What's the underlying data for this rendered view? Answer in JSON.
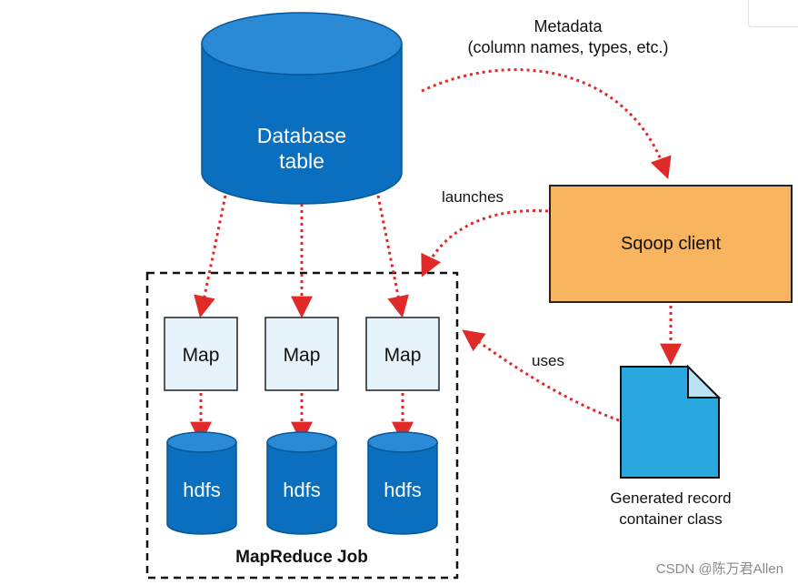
{
  "database": {
    "line1": "Database",
    "line2": "table"
  },
  "metadata": {
    "line1": "Metadata",
    "line2": "(column names, types, etc.)"
  },
  "launches_label": "launches",
  "uses_label": "uses",
  "sqoop_client": "Sqoop client",
  "generated": {
    "line1": "Generated record",
    "line2": "container class"
  },
  "maps": [
    "Map",
    "Map",
    "Map"
  ],
  "hdfs": [
    "hdfs",
    "hdfs",
    "hdfs"
  ],
  "mapreduce_label": "MapReduce Job",
  "watermark": "CSDN @陈万君Allen",
  "colors": {
    "db_blue": "#0a6fbf",
    "arrow_red": "#e02a2a",
    "sqoop_orange": "#f9b45f",
    "map_fill": "#e6f3fb",
    "doc_blue": "#29a8e0"
  }
}
